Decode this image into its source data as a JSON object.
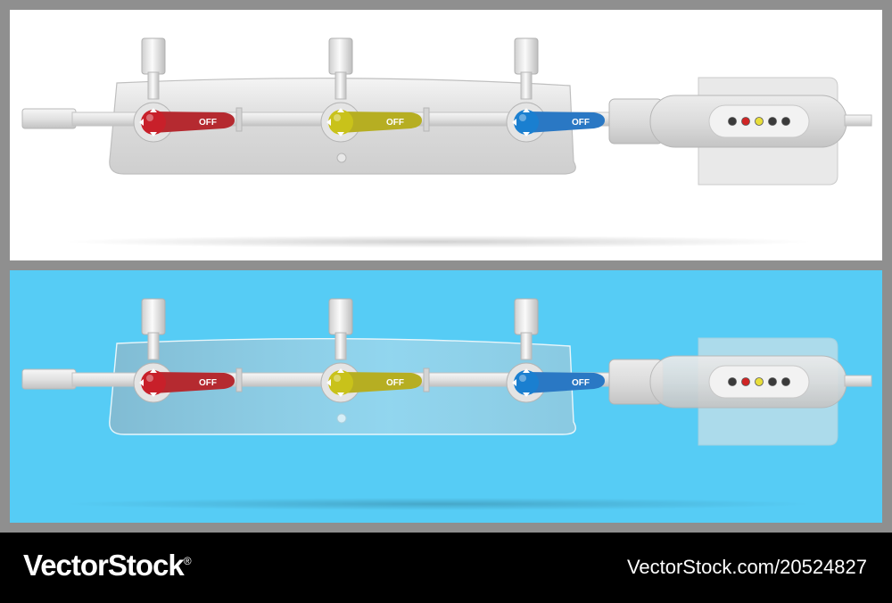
{
  "manifold": {
    "valve_label": "OFF",
    "valves": [
      {
        "name": "red-valve",
        "color": "#c8202a",
        "lever": "#b52a30"
      },
      {
        "name": "yellow-valve",
        "color": "#c9c21a",
        "lever": "#b6ae22"
      },
      {
        "name": "blue-valve",
        "color": "#1a7fd0",
        "lever": "#2a78c4"
      }
    ],
    "indicator_lights": [
      "#3a3a3a",
      "#d02525",
      "#e8de3a",
      "#3a3a3a",
      "#3a3a3a"
    ]
  },
  "colors": {
    "top_background": "#ffffff",
    "bottom_background": "#56ccf5",
    "frame": "#8f8f8f",
    "footer": "#000000"
  },
  "footer": {
    "brand": "VectorStock",
    "brand_mark": "®",
    "url": "VectorStock.com/20524827"
  }
}
